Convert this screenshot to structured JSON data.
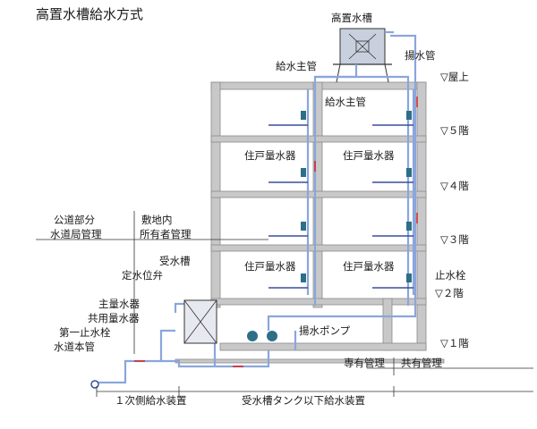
{
  "title": "高置水槽給水方式",
  "labels": {
    "roof_tank": "高置水槽",
    "pumping_pipe": "揚水管",
    "main_pipe_left": "給水主管",
    "main_pipe_inner": "給水主管",
    "floor_roof": "▽屋上",
    "floor_5": "▽５階",
    "floor_4": "▽４階",
    "floor_3": "▽３階",
    "floor_2": "▽２階",
    "floor_1": "▽１階",
    "meter_5l": "住戸量水器",
    "meter_5r": "住戸量水器",
    "meter_3l": "住戸量水器",
    "meter_3r": "住戸量水器",
    "stop_valve": "止水栓",
    "public_section": "公道部分",
    "waterworks_management": "水道局管理",
    "premises": "敷地内",
    "owner_management": "所有者管理",
    "receiving_tank": "受水槽",
    "float_valve": "定水位弁",
    "main_meter": "主量水器",
    "shared_meter": "共用量水器",
    "first_stop_valve": "第一止水栓",
    "water_main": "水道本管",
    "pump": "揚水ポンプ",
    "private_management": "専有管理",
    "common_management": "共有管理",
    "primary_supply": "１次側給水装置",
    "below_tank_supply": "受水槽タンク以下給水装置"
  },
  "colors": {
    "building": "#c8c8c8",
    "building_edge": "#8a8a8a",
    "pipe_blue": "#8aa6dc",
    "pipe_dark": "#3a4f9a",
    "flow_red": "#d42a2a",
    "valve_teal": "#2d6f86"
  }
}
